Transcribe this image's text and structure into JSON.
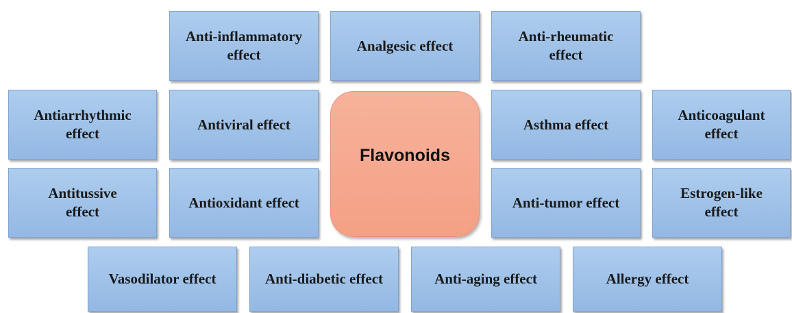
{
  "center_label": "Flavonoids",
  "effects": {
    "anti_inflammatory": "Anti-inflammatory\neffect",
    "analgesic": "Analgesic effect",
    "anti_rheumatic": "Anti-rheumatic\neffect",
    "antiarrhythmic": "Antiarrhythmic\neffect",
    "antiviral": "Antiviral effect",
    "asthma": "Asthma effect",
    "anticoagulant": "Anticoagulant\neffect",
    "antitussive": "Antitussive\neffect",
    "antioxidant": "Antioxidant  effect",
    "anti_tumor": "Anti-tumor effect",
    "estrogen_like": "Estrogen-like\neffect",
    "vasodilator": "Vasodilator  effect",
    "anti_diabetic": "Anti-diabetic effect",
    "anti_aging": "Anti-aging  effect",
    "allergy": "Allergy effect"
  },
  "colors": {
    "effect_box": "#9fc3ea",
    "center_box": "#f5a68c"
  }
}
